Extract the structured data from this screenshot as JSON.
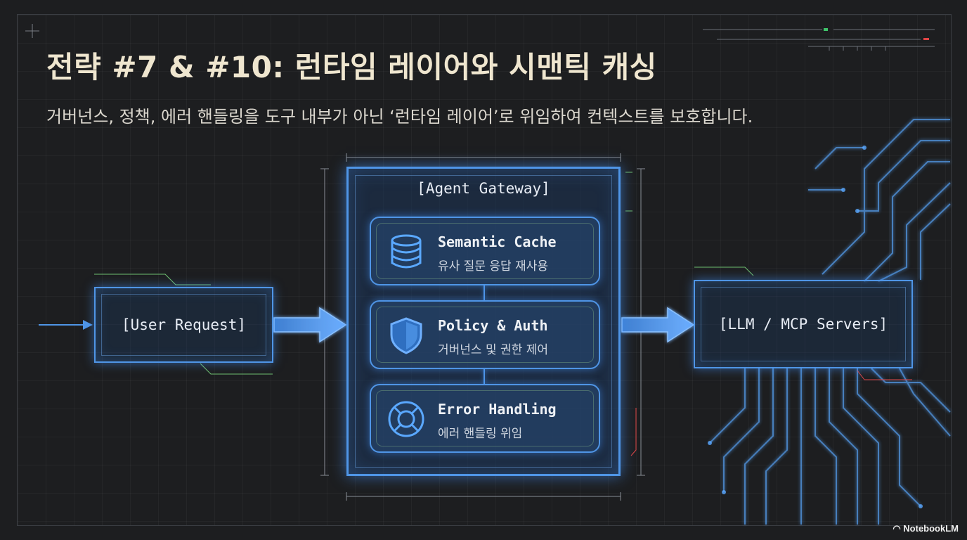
{
  "title": "전략 #7 & #10: 런타임 레이어와 시맨틱 캐싱",
  "subtitle": "거버넌스, 정책, 에러 핸들링을 도구 내부가 아닌 ‘런타임 레이어’로 위임하여 컨텍스트를 보호합니다.",
  "diagram": {
    "user_request": "[User Request]",
    "gateway": {
      "title": "[Agent Gateway]",
      "modules": [
        {
          "icon": "database-icon",
          "title": "Semantic Cache",
          "subtitle": "유사 질문 응답 재사용"
        },
        {
          "icon": "shield-icon",
          "title": "Policy & Auth",
          "subtitle": "거버넌스 및 권한 제어"
        },
        {
          "icon": "lifebuoy-icon",
          "title": "Error Handling",
          "subtitle": "에러 핸들링 위임"
        }
      ]
    },
    "servers": "[LLM / MCP Servers]"
  },
  "branding": "NotebookLM",
  "colors": {
    "background": "#1d1e20",
    "accent": "#4f95e6",
    "title": "#efe6cf",
    "circuit": "#5aa8ff"
  }
}
